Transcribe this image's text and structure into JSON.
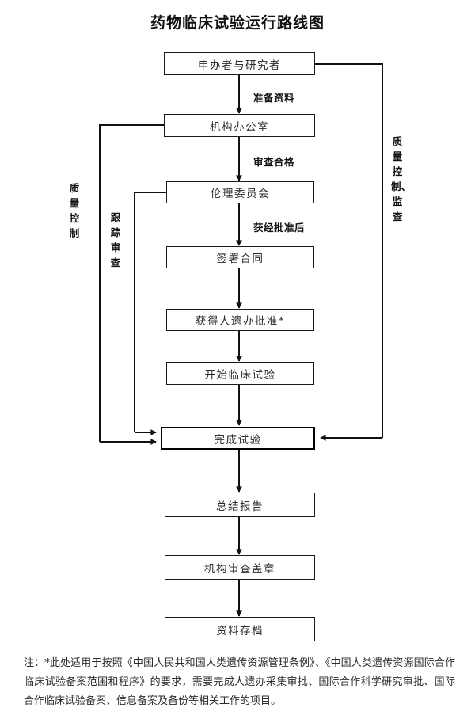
{
  "title": "药物临床试验运行路线图",
  "colors": {
    "stroke": "#1a1a1a",
    "text": "#2b2b2b",
    "background": "#ffffff"
  },
  "nodes": [
    {
      "id": "sponsor-investigator",
      "label": "申办者与研究者"
    },
    {
      "id": "institution-office",
      "label": "机构办公室"
    },
    {
      "id": "ethics-committee",
      "label": "伦理委员会"
    },
    {
      "id": "sign-contract",
      "label": "签署合同"
    },
    {
      "id": "hgrac-approval",
      "label": "获得人遗办批准*"
    },
    {
      "id": "start-trial",
      "label": "开始临床试验"
    },
    {
      "id": "complete-trial",
      "label": "完成试验"
    },
    {
      "id": "summary-report",
      "label": "总结报告"
    },
    {
      "id": "institution-seal",
      "label": "机构审查盖章"
    },
    {
      "id": "archive-documents",
      "label": "资料存档"
    }
  ],
  "edge_labels": [
    {
      "id": "prepare-materials",
      "label": "准备资料"
    },
    {
      "id": "review-passed",
      "label": "审查合格"
    },
    {
      "id": "after-approval",
      "label": "获经批准后"
    }
  ],
  "side_labels": [
    {
      "id": "quality-control-left",
      "label": "质量控制"
    },
    {
      "id": "follow-up-review",
      "label": "跟踪审查"
    },
    {
      "id": "quality-control-right",
      "label": "质量控制、监查"
    }
  ],
  "footnote": "注：*此处适用于按照《中国人民共和国人类遗传资源管理条例》、《中国人类遗传资源国际合作临床试验备案范围和程序》的要求，需要完成人遗办采集审批、国际合作科学研究审批、国际合作临床试验备案、信息备案及备份等相关工作的项目。"
}
